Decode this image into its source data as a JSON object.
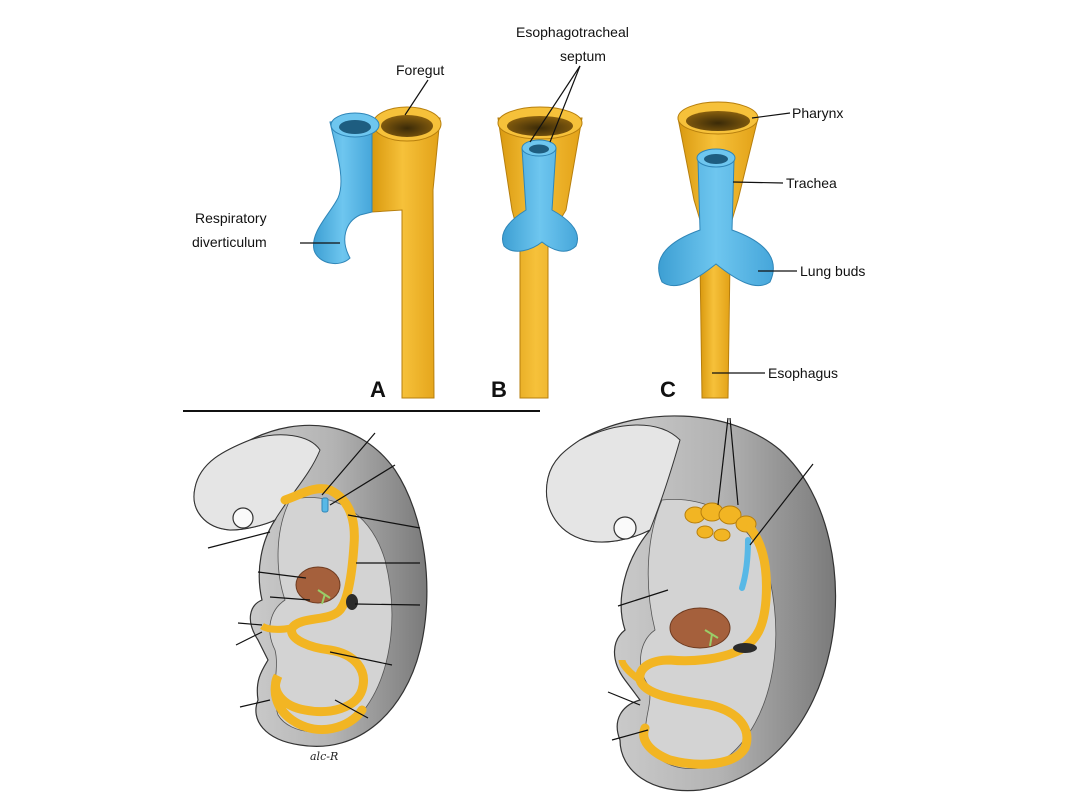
{
  "labels": {
    "foregut": "Foregut",
    "esophagotracheal_line1": "Esophagotracheal",
    "esophagotracheal_line2": "septum",
    "pharynx": "Pharynx",
    "trachea": "Trachea",
    "respiratory_line1": "Respiratory",
    "respiratory_line2": "diverticulum",
    "lung_buds": "Lung buds",
    "esophagus": "Esophagus"
  },
  "panels": {
    "a": "A",
    "b": "B",
    "c": "C"
  },
  "signature": "alc-R",
  "colors": {
    "gut": "#f2b523",
    "gut_dark": "#c8890f",
    "respiratory": "#58b8e6",
    "respiratory_dark": "#2f86b8",
    "embryo_light": "#e3e3e3",
    "embryo_mid": "#b9b9b9",
    "embryo_dark": "#7d7d7d",
    "liver": "#a5603c",
    "heart": "#2b2b2b"
  }
}
